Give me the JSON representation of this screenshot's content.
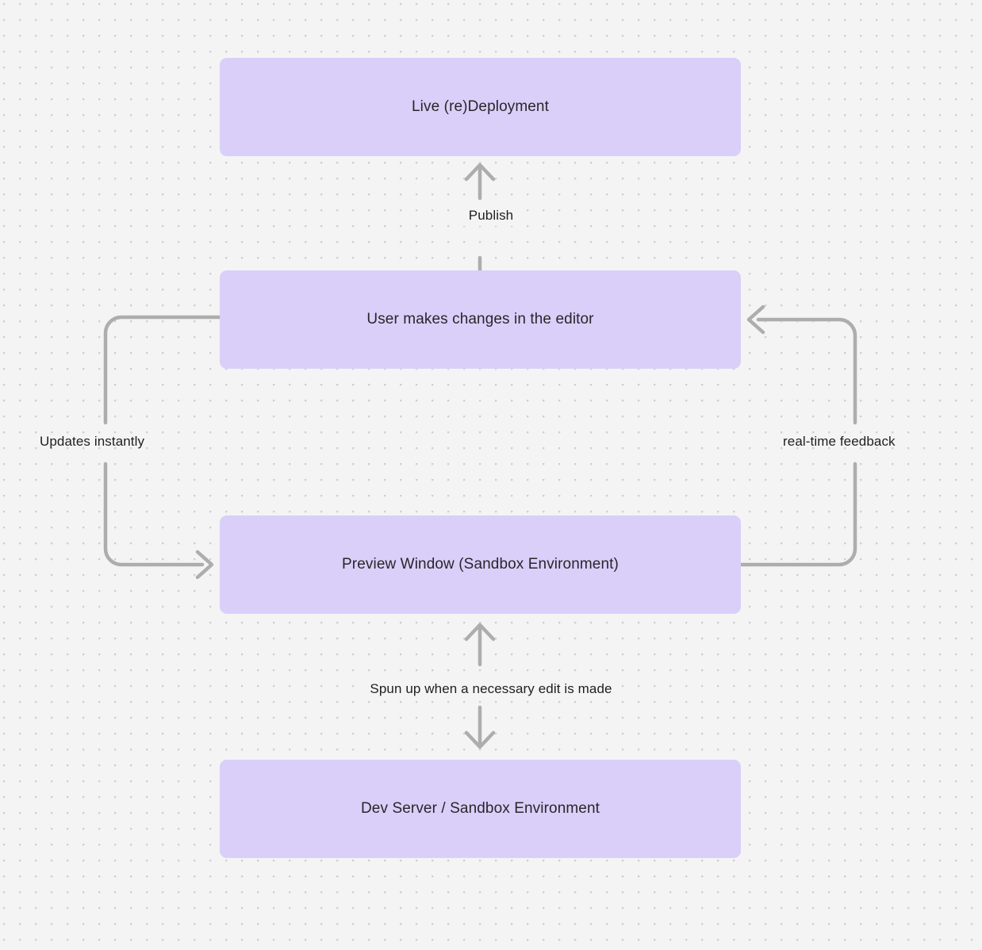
{
  "diagram": {
    "type": "flowchart",
    "background_color": "#f4f4f5",
    "grid": "dot-grid",
    "node_fill_color": "#dacff9",
    "edge_stroke_color": "#adadad",
    "text_color": "#27272a",
    "nodes": [
      {
        "id": "live-deployment",
        "label": "Live (re)Deployment"
      },
      {
        "id": "user-edits",
        "label": "User makes changes in the editor"
      },
      {
        "id": "preview-window",
        "label": "Preview Window (Sandbox Environment)"
      },
      {
        "id": "dev-server",
        "label": "Dev Server / Sandbox Environment"
      }
    ],
    "edges": [
      {
        "id": "publish",
        "from": "user-edits",
        "to": "live-deployment",
        "label": "Publish",
        "direction": "up",
        "routing": "straight"
      },
      {
        "id": "updates-instantly",
        "from": "user-edits",
        "to": "preview-window",
        "label": "Updates instantly",
        "direction": "down-left",
        "routing": "loop-left"
      },
      {
        "id": "realtime-feedback",
        "from": "preview-window",
        "to": "user-edits",
        "label": "real-time feedback",
        "direction": "up-right",
        "routing": "loop-right"
      },
      {
        "id": "spun-up",
        "from": "preview-window",
        "to": "dev-server",
        "label": "Spun up when a necessary edit is made",
        "direction": "bidirectional",
        "routing": "straight"
      }
    ]
  }
}
